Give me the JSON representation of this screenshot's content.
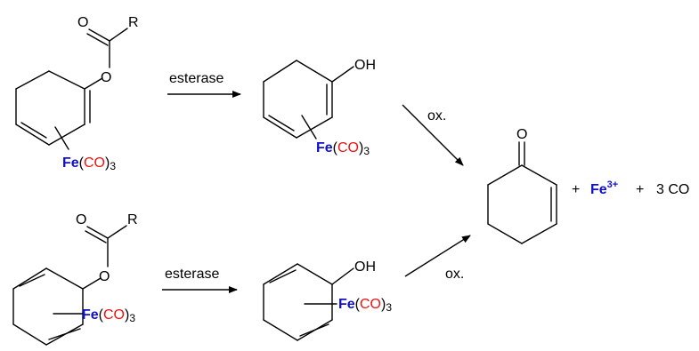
{
  "colors": {
    "iron": "#1010cc",
    "carbonyl": "#ee1111",
    "text": "#000000"
  },
  "atoms": {
    "carbonyl_o": "O",
    "r_group": "R",
    "ester_o": "O",
    "hydroxyl": "OH",
    "ketone_o": "O"
  },
  "fe_complex": {
    "fe": "Fe",
    "open": "(",
    "co": "CO",
    "close": ")",
    "count": "3"
  },
  "arrows": {
    "esterase": "esterase",
    "oxidation": "ox."
  },
  "products": {
    "plus": "+",
    "iron": "Fe",
    "iron_charge": "3+",
    "co_coefficient": "3",
    "co": "CO"
  }
}
